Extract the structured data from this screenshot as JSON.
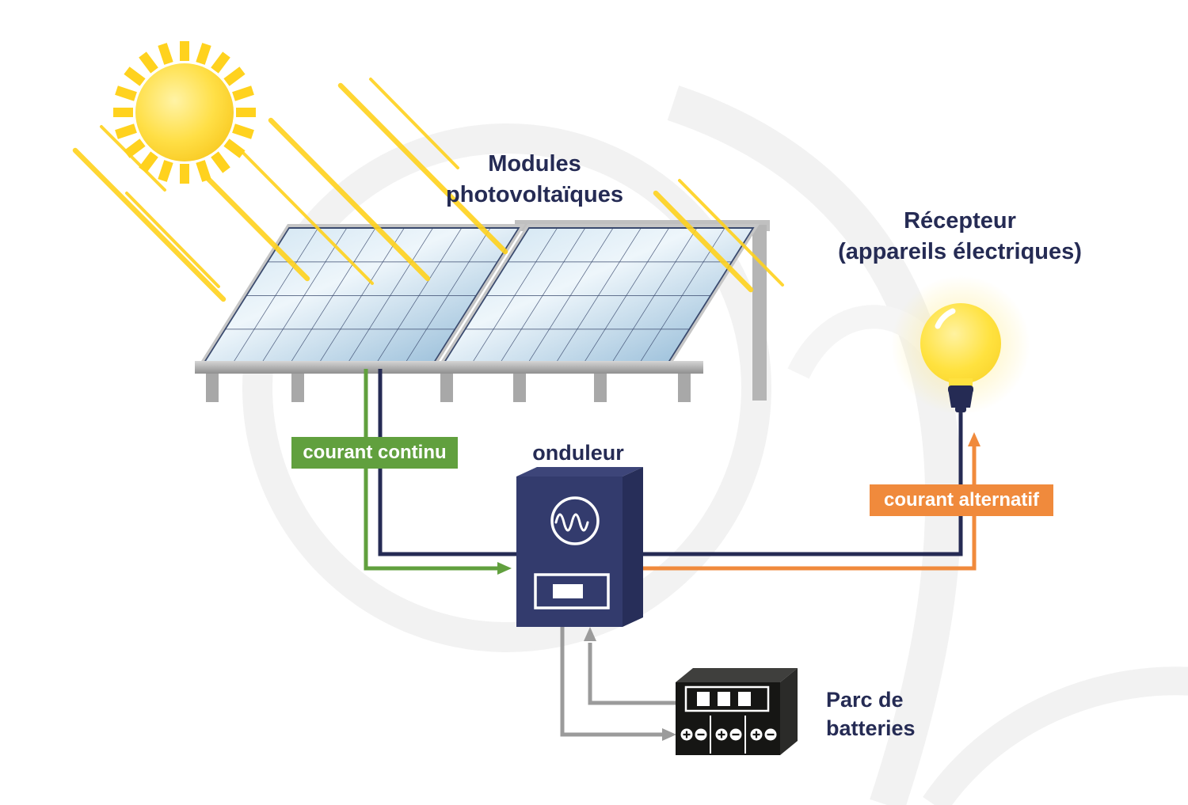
{
  "labels": {
    "modules_line1": "Modules",
    "modules_line2": "photovoltaïques",
    "recepteur_line1": "Récepteur",
    "recepteur_line2": "(appareils électriques)",
    "onduleur": "onduleur",
    "courant_continu": "courant continu",
    "courant_alternatif": "courant alternatif",
    "batteries_line1": "Parc de",
    "batteries_line2": "batteries"
  },
  "colors": {
    "navy": "#252b54",
    "green": "#61a03e",
    "orange": "#f08a3c",
    "gray_line": "#9b9b9b",
    "sun_yellow": "#ffd21e",
    "bulb_yellow": "#ffe23f",
    "panel_blue": "#bcd7ea",
    "panel_grid_navy": "#3a4a6e",
    "inverter_navy": "#333b6d",
    "battery_black": "#1a1a18",
    "frame_gray": "#b5b5b5",
    "watermark_gray": "#f2f2f2"
  }
}
